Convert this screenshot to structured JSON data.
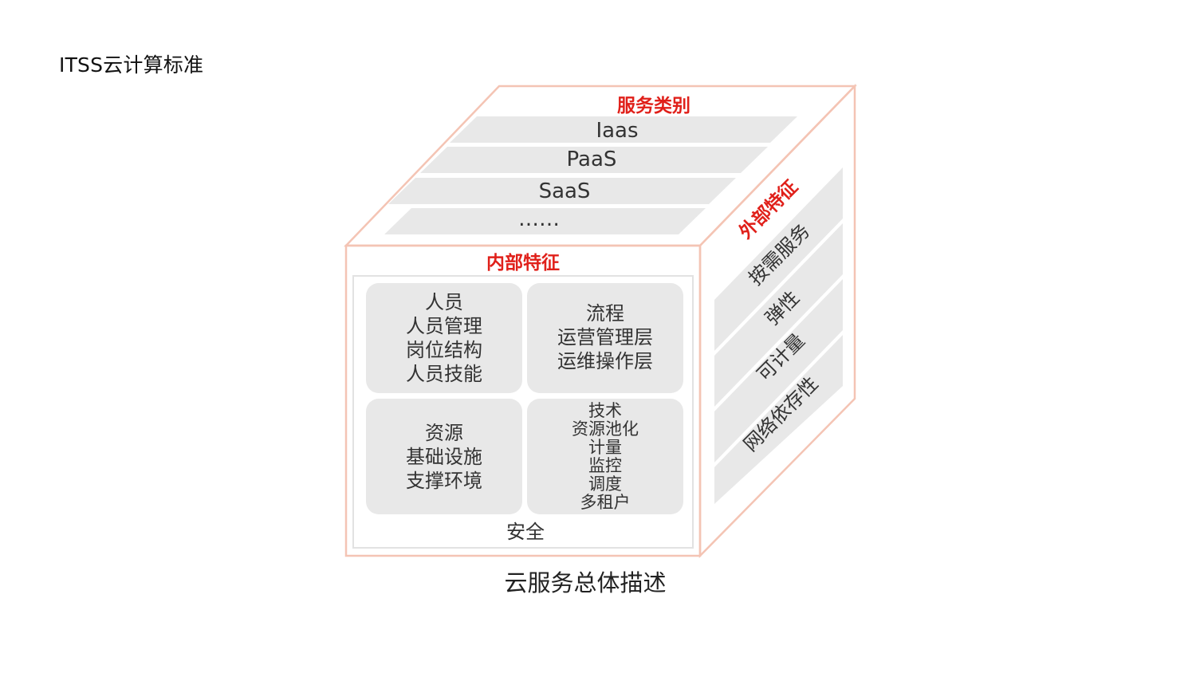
{
  "slide": {
    "title": "ITSS云计算标准"
  },
  "cube": {
    "top_face": {
      "label": "服务类别",
      "rows": [
        "Iaas",
        "PaaS",
        "SaaS",
        "……"
      ]
    },
    "front_face": {
      "label": "内部特征",
      "quadrants": [
        {
          "lines": [
            "人员",
            "人员管理",
            "岗位结构",
            "人员技能"
          ]
        },
        {
          "lines": [
            "流程",
            "运营管理层",
            "运维操作层"
          ]
        },
        {
          "lines": [
            "资源",
            "基础设施",
            "支撑环境"
          ]
        },
        {
          "lines": [
            "技术",
            "资源池化",
            "计量",
            "监控",
            "调度",
            "多租户"
          ]
        }
      ],
      "footer": "安全"
    },
    "side_face": {
      "label": "外部特征",
      "items": [
        "按需服务",
        "弹性",
        "可计量",
        "网络依存性"
      ]
    }
  },
  "caption": "云服务总体描述",
  "colors": {
    "accent": "#e0201a",
    "edge": "#f4c4b4",
    "panel": "#e8e8e8",
    "text": "#333333"
  }
}
